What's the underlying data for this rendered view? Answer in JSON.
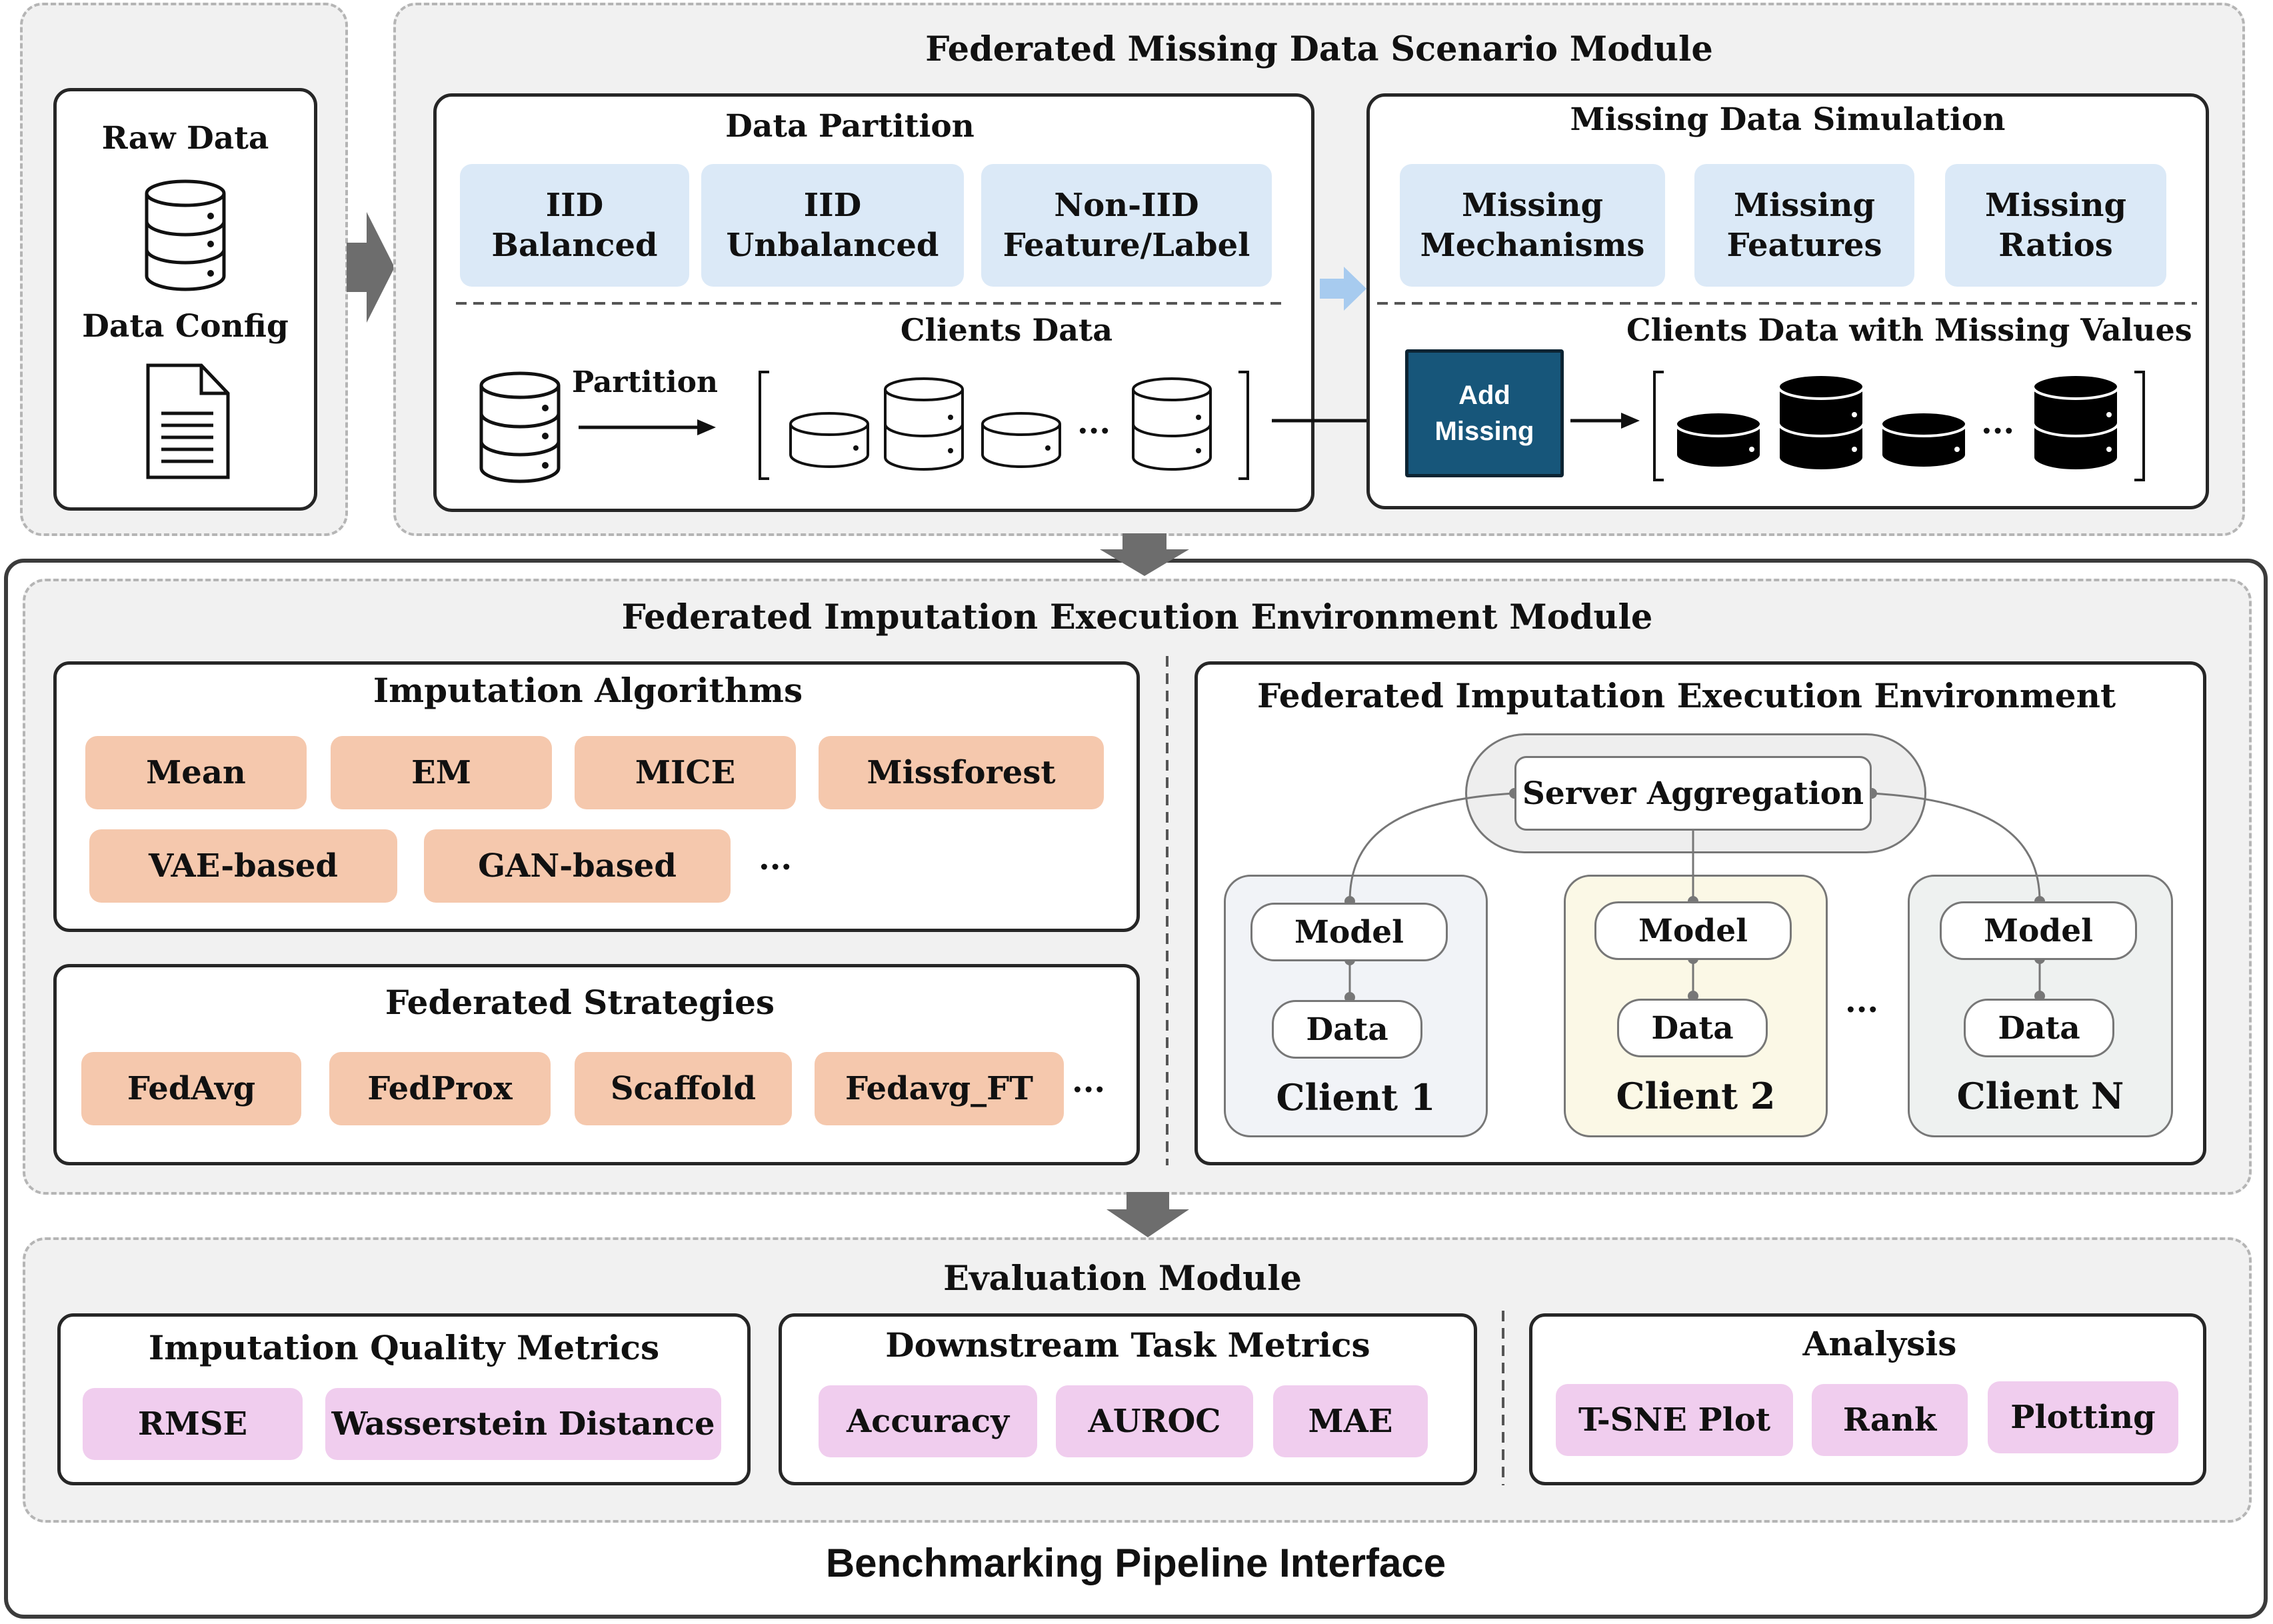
{
  "input": {
    "raw_data": "Raw Data",
    "data_config": "Data Config"
  },
  "scenario_module": {
    "title": "Federated Missing Data Scenario Module",
    "data_partition": {
      "title": "Data Partition",
      "options": [
        "IID\nBalanced",
        "IID\nUnbalanced",
        "Non-IID\nFeature/Label"
      ],
      "clients_title": "Clients Data",
      "partition_label": "Partition",
      "ellipsis": "..."
    },
    "missing_simulation": {
      "title": "Missing Data Simulation",
      "options": [
        "Missing\nMechanisms",
        "Missing\nFeatures",
        "Missing\nRatios"
      ],
      "clients_title": "Clients Data with Missing Values",
      "add_missing": "Add\nMissing",
      "ellipsis": "..."
    }
  },
  "execution_module": {
    "title": "Federated Imputation Execution Environment Module",
    "algorithms": {
      "title": "Imputation Algorithms",
      "items": [
        "Mean",
        "EM",
        "MICE",
        "Missforest",
        "VAE-based",
        "GAN-based"
      ],
      "ellipsis": "..."
    },
    "strategies": {
      "title": "Federated Strategies",
      "items": [
        "FedAvg",
        "FedProx",
        "Scaffold",
        "Fedavg_FT"
      ],
      "ellipsis": "..."
    },
    "environment": {
      "title": "Federated Imputation Execution Environment",
      "server": "Server Aggregation",
      "model_label": "Model",
      "data_label": "Data",
      "clients": [
        "Client 1",
        "Client 2",
        "Client N"
      ],
      "ellipsis": "..."
    }
  },
  "evaluation_module": {
    "title": "Evaluation Module",
    "quality": {
      "title": "Imputation Quality Metrics",
      "items": [
        "RMSE",
        "Wasserstein Distance"
      ]
    },
    "downstream": {
      "title": "Downstream Task Metrics",
      "items": [
        "Accuracy",
        "AUROC",
        "MAE"
      ]
    },
    "analysis": {
      "title": "Analysis",
      "items": [
        "T-SNE Plot",
        "Rank",
        "Plotting"
      ]
    }
  },
  "interface_title": "Benchmarking Pipeline Interface",
  "colors": {
    "blue_chip": "#dbe9f7",
    "orange_chip": "#f5c8ad",
    "pink_chip": "#f0cdee",
    "add_missing": "#17567a",
    "client1_bg": "#f1f3f7",
    "client2_bg": "#fbf8e6",
    "clientN_bg": "#eef1f0"
  }
}
